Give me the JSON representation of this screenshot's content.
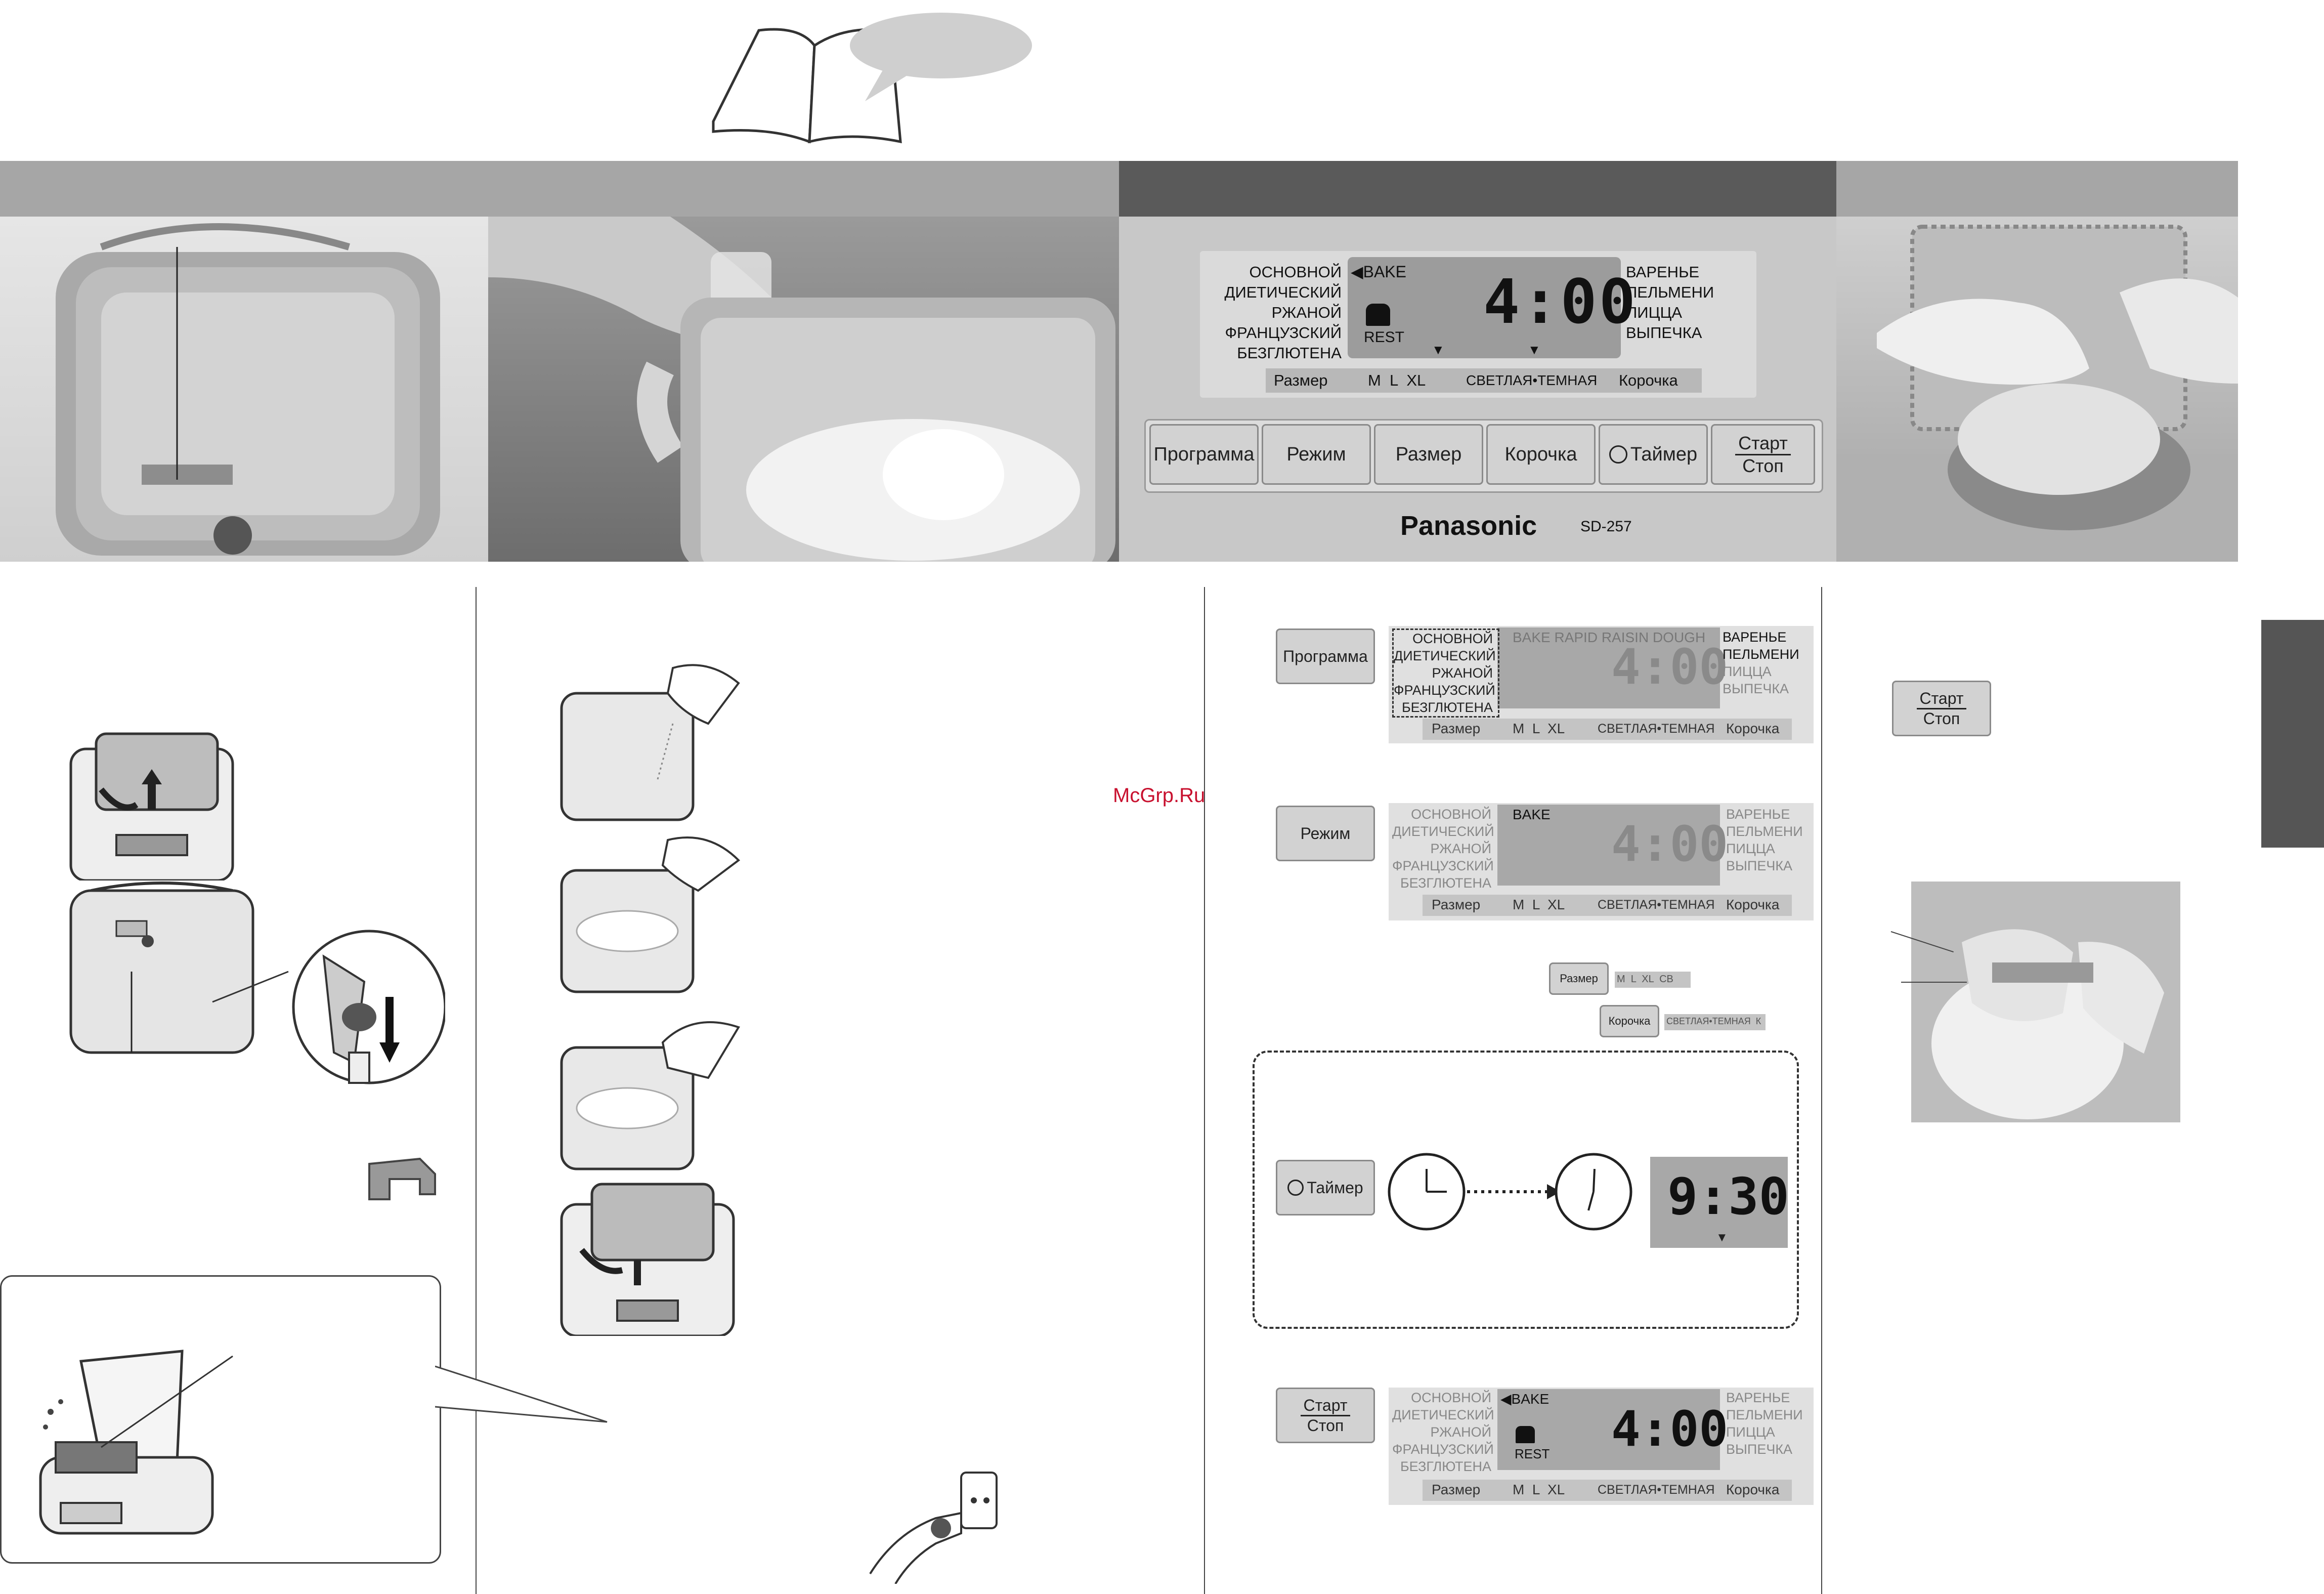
{
  "watermark": "McGrp.Ru",
  "control_panel": {
    "programs_left": [
      "ОСНОВНОЙ",
      "ДИЕТИЧЕСКИЙ",
      "РЖАНОЙ",
      "ФРАНЦУЗСКИЙ",
      "БЕЗГЛЮТЕНА"
    ],
    "programs_right": [
      "ВАРЕНЬЕ",
      "ПЕЛЬМЕНИ",
      "ПИЦЦА",
      "ВЫПЕЧКА"
    ],
    "mode_label": "◀BAKE",
    "rest_label": "REST",
    "time": "4:00",
    "size_label": "Размер",
    "sizes": "M  L  XL",
    "crust_scale": "СВЕТЛАЯ•ТЕМНАЯ",
    "crust_label": "Корочка",
    "buttons": [
      "Программа",
      "Режим",
      "Размер",
      "Корочка",
      "Таймер"
    ],
    "start": "Старт",
    "stop": "Стоп",
    "brand": "Panasonic",
    "model": "SD-257"
  },
  "steps": {
    "program_button": "Программа",
    "mode_button": "Режим",
    "size_button": "Размер",
    "crust_button": "Корочка",
    "timer_button": "Таймер",
    "start": "Старт",
    "stop": "Стоп",
    "lcd_modes": "BAKE RAPID RAISIN DOUGH",
    "lcd_mode_selected": "BAKE",
    "lcd_time": "4:00",
    "timer_time": "9:30",
    "mini_sizes": "M  L  XL  СВ",
    "mini_crust": "СВЕТЛАЯ•ТЕМНАЯ  К"
  },
  "colors": {
    "band_light": "#a6a6a6",
    "band_dark": "#5a5a5a",
    "lcd": "#9c9c9c",
    "button": "#d2d2d2"
  }
}
